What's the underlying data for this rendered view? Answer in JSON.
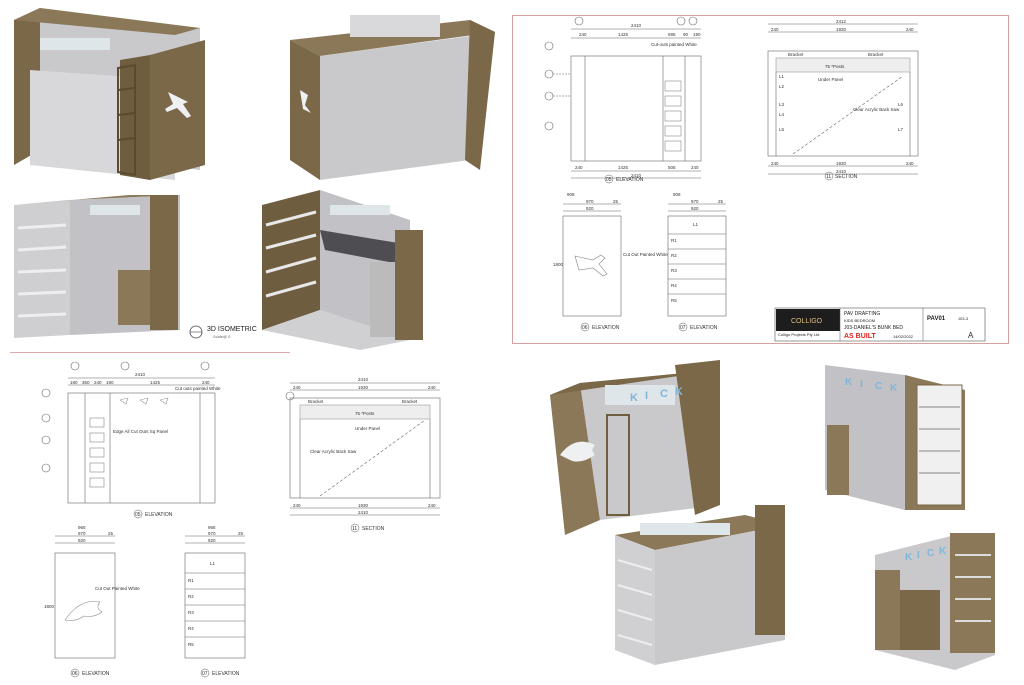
{
  "views_3d": {
    "caption": "3D ISOMETRIC",
    "caption_sub": "Scale@ 0"
  },
  "sheet_top": {
    "elevation_front": {
      "label": "05",
      "caption": "ELEVATION",
      "dims_top": [
        "240",
        "1425",
        "695",
        "90",
        "190"
      ],
      "dims_total": "2410",
      "dims_bottom": [
        "240",
        "1425",
        "505",
        "240"
      ],
      "dims_bottom_total": "2410",
      "note": "Cut-outs painted White"
    },
    "section": {
      "label": "11",
      "caption": "SECTION",
      "dims_total": "2412",
      "dims_mid": [
        "240",
        "1930",
        "240"
      ],
      "dims_bottom": [
        "240",
        "1930",
        "240"
      ],
      "dims_bottom_total": "2410",
      "notes": [
        "Bracket",
        "Bracket",
        "75 *Posts",
        "Under Panel",
        "Clear Acrylic Back Saw"
      ],
      "shelf_tags": [
        "L1",
        "L2",
        "L3",
        "L4",
        "L5",
        "L6",
        "L7"
      ]
    },
    "elevation_side": {
      "label": "06",
      "caption": "ELEVATION",
      "dims_top": [
        "908",
        "970",
        "25"
      ],
      "dims_width": "920",
      "height": "1800",
      "note": "Cut Out Painted White"
    },
    "elevation_shelves": {
      "label": "07",
      "caption": "ELEVATION",
      "dims_top": [
        "908",
        "970",
        "25"
      ],
      "dims_width": "920",
      "shelf_tags": [
        "L1",
        "R1",
        "R2",
        "R3",
        "R4",
        "R5"
      ]
    },
    "title_block": {
      "company_logo": "COLLIGO",
      "company": "Colligo Projects Pty Ltd",
      "project": "PAV DRAFTING",
      "room": "KIDS BEDROOM",
      "drawing": "J03-DANIEL'S BUNK BED",
      "status": "AS BUILT",
      "sheet_no": "PAV01",
      "sheet_ref": "J03-3",
      "revision": "A",
      "date": "14/02/2022"
    }
  },
  "sheet_bottom": {
    "elevation_front": {
      "label": "05",
      "caption": "ELEVATION",
      "dims_top": [
        "180",
        "360",
        "240",
        "190",
        "1425",
        "240"
      ],
      "dims_total": "2410",
      "note": "Cut outs painted White",
      "note2": "Edge All Cut Outs Sq Panel"
    },
    "section": {
      "label": "11",
      "caption": "SECTION",
      "dims_total": "2410",
      "dims_mid": [
        "240",
        "1930",
        "240"
      ],
      "dims_bottom": [
        "240",
        "1930",
        "240"
      ],
      "dims_bottom_total": "2410",
      "notes": [
        "Bracket",
        "Bracket",
        "75 *Posts",
        "Under Panel",
        "Clear Acrylic Back Saw"
      ]
    },
    "elevation_side": {
      "label": "06",
      "caption": "ELEVATION",
      "dims_top": [
        "965",
        "970",
        "25"
      ],
      "dims_width": "920",
      "height": "1800",
      "note": "Cut Out Painted White"
    },
    "elevation_shelves": {
      "label": "07",
      "caption": "ELEVATION",
      "dims_top": [
        "966",
        "970",
        "25"
      ],
      "dims_width": "920",
      "shelf_tags": [
        "L1",
        "R1",
        "R2",
        "R3",
        "R4",
        "R5"
      ]
    }
  },
  "letters_bunk": [
    "K",
    "I",
    "C",
    "K"
  ]
}
